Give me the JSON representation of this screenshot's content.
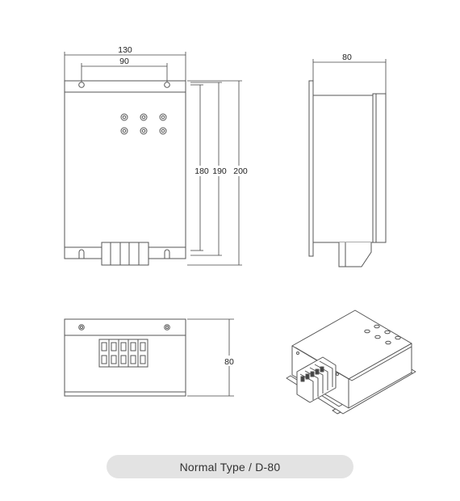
{
  "colors": {
    "outline": "#555555",
    "dimension_line": "#444444",
    "panel_fill": "#ffffff",
    "pill_background": "#e3e3e3",
    "text": "#222222"
  },
  "front_view": {
    "width_label": "130",
    "hole_spacing_label": "90",
    "height_180_label": "180",
    "height_190_label": "190",
    "height_200_label": "200"
  },
  "side_view": {
    "depth_label": "80"
  },
  "top_view": {
    "depth_label": "80"
  },
  "caption": {
    "text": "Normal Type / D-80"
  }
}
